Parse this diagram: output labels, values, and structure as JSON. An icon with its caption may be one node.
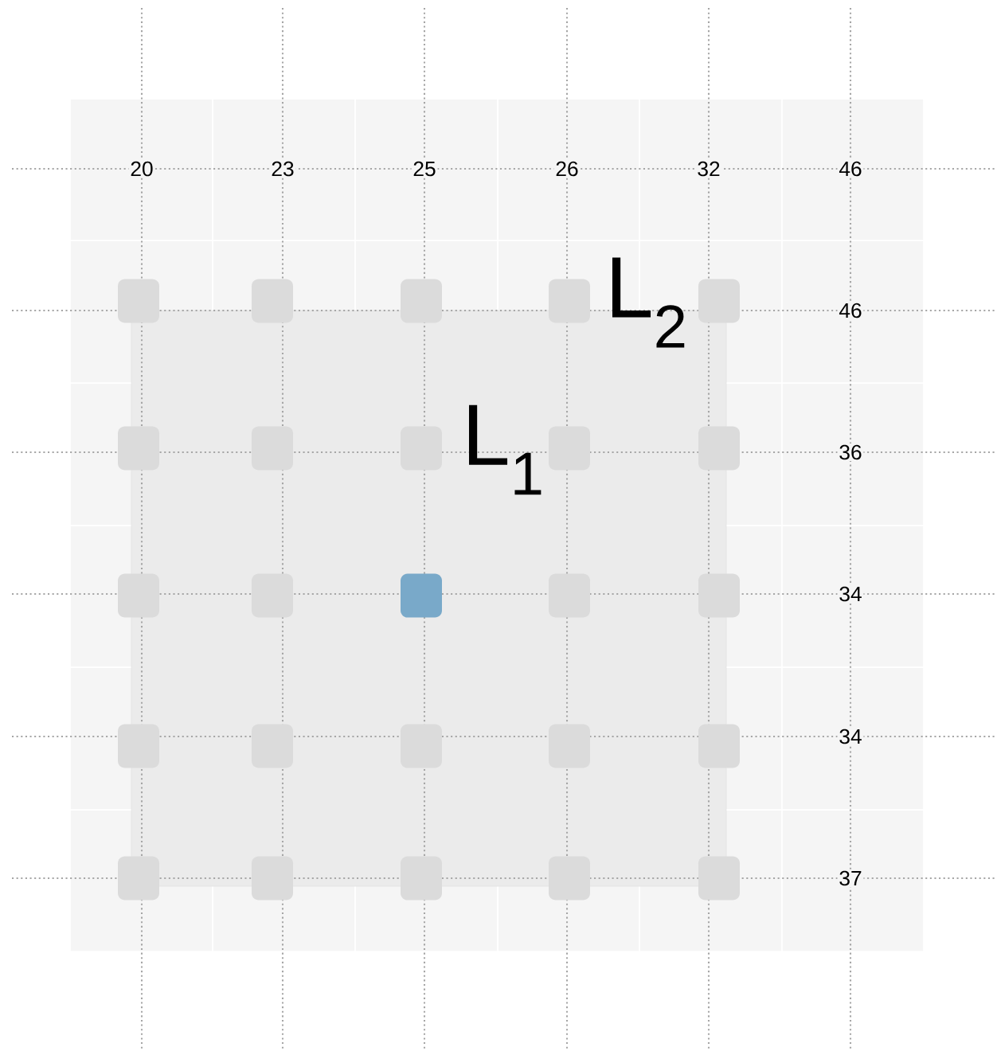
{
  "diagram": {
    "nodes": [
      {
        "text": [],
        "shape": "box"
      },
      {
        "text": [],
        "shape": "box"
      },
      {
        "text": [],
        "shape": "box"
      },
      {
        "text": [],
        "shape": "box"
      },
      {
        "text": [],
        "shape": "box"
      },
      {
        "text": [],
        "shape": "box"
      },
      {
        "text": [],
        "shape": "box"
      },
      {
        "text": [],
        "shape": "box"
      },
      {
        "text": [],
        "shape": "box"
      },
      {
        "text": [],
        "shape": "box"
      },
      {
        "text": [],
        "shape": "box"
      },
      {
        "text": [],
        "shape": "box"
      },
      {
        "text": [],
        "shape": "box"
      },
      {
        "text": [],
        "shape": "box"
      },
      {
        "text": [],
        "shape": "box"
      },
      {
        "text": [],
        "shape": "box"
      },
      {
        "text": [],
        "shape": "box"
      },
      {
        "text": [],
        "shape": "box"
      },
      {
        "text": [],
        "shape": "box"
      },
      {
        "text": [],
        "shape": "box"
      },
      {
        "text": [],
        "shape": "box"
      },
      {
        "text": [],
        "shape": "box"
      },
      {
        "text": [],
        "shape": "box"
      },
      {
        "text": [],
        "shape": "box"
      },
      {
        "text": [],
        "shape": "box"
      }
    ],
    "labels": [
      "20",
      "23",
      "25",
      "26",
      "32",
      "46",
      "L$_{2}$",
      "46",
      "L$_{1}$",
      "36",
      "34",
      "34",
      "37"
    ]
  }
}
